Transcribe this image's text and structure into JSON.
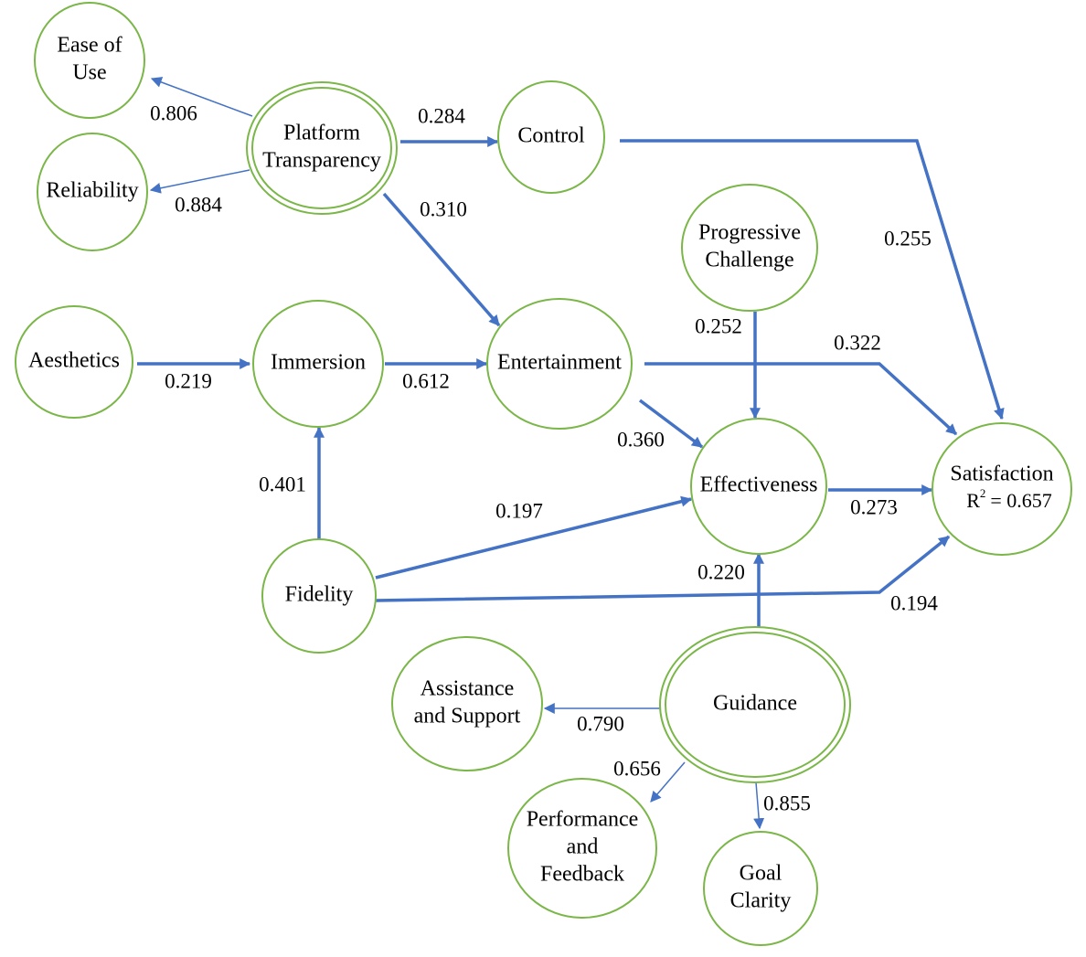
{
  "colors": {
    "node_stroke": "#7ab648",
    "arrow": "#4472c4",
    "text": "#000000",
    "background": "#ffffff"
  },
  "nodes": {
    "ease_of_use": {
      "lines": [
        "Ease of",
        "Use"
      ]
    },
    "reliability": {
      "lines": [
        "Reliability"
      ]
    },
    "platform_transparency": {
      "lines": [
        "Platform",
        "Transparency"
      ],
      "second_order": true
    },
    "control": {
      "lines": [
        "Control"
      ]
    },
    "progressive_challenge": {
      "lines": [
        "Progressive",
        "Challenge"
      ]
    },
    "aesthetics": {
      "lines": [
        "Aesthetics"
      ]
    },
    "immersion": {
      "lines": [
        "Immersion"
      ]
    },
    "entertainment": {
      "lines": [
        "Entertainment"
      ]
    },
    "effectiveness": {
      "lines": [
        "Effectiveness"
      ]
    },
    "satisfaction": {
      "lines": [
        "Satisfaction"
      ],
      "r2_symbol": "R",
      "r2_exp": "2",
      "r2_value": "= 0.657"
    },
    "fidelity": {
      "lines": [
        "Fidelity"
      ]
    },
    "guidance": {
      "lines": [
        "Guidance"
      ],
      "second_order": true
    },
    "assistance_support": {
      "lines": [
        "Assistance",
        "and Support"
      ]
    },
    "performance_feedback": {
      "lines": [
        "Performance",
        "and",
        "Feedback"
      ]
    },
    "goal_clarity": {
      "lines": [
        "Goal",
        "Clarity"
      ]
    }
  },
  "paths": [
    {
      "id": "pt-eou",
      "from": "platform_transparency",
      "to": "ease_of_use",
      "coef": "0.806",
      "kind": "loading"
    },
    {
      "id": "pt-rel",
      "from": "platform_transparency",
      "to": "reliability",
      "coef": "0.884",
      "kind": "loading"
    },
    {
      "id": "pt-ctrl",
      "from": "platform_transparency",
      "to": "control",
      "coef": "0.284",
      "kind": "structural"
    },
    {
      "id": "pt-ent",
      "from": "platform_transparency",
      "to": "entertainment",
      "coef": "0.310",
      "kind": "structural"
    },
    {
      "id": "ctrl-sat",
      "from": "control",
      "to": "satisfaction",
      "coef": "0.255",
      "kind": "structural"
    },
    {
      "id": "aes-imm",
      "from": "aesthetics",
      "to": "immersion",
      "coef": "0.219",
      "kind": "structural"
    },
    {
      "id": "imm-ent",
      "from": "immersion",
      "to": "entertainment",
      "coef": "0.612",
      "kind": "structural"
    },
    {
      "id": "ent-sat",
      "from": "entertainment",
      "to": "satisfaction",
      "coef": "0.322",
      "kind": "structural"
    },
    {
      "id": "ent-eff",
      "from": "entertainment",
      "to": "effectiveness",
      "coef": "0.360",
      "kind": "structural"
    },
    {
      "id": "pc-eff",
      "from": "progressive_challenge",
      "to": "effectiveness",
      "coef": "0.252",
      "kind": "structural"
    },
    {
      "id": "eff-sat",
      "from": "effectiveness",
      "to": "satisfaction",
      "coef": "0.273",
      "kind": "structural"
    },
    {
      "id": "fid-imm",
      "from": "fidelity",
      "to": "immersion",
      "coef": "0.401",
      "kind": "structural"
    },
    {
      "id": "fid-eff",
      "from": "fidelity",
      "to": "effectiveness",
      "coef": "0.197",
      "kind": "structural"
    },
    {
      "id": "fid-sat",
      "from": "fidelity",
      "to": "satisfaction",
      "coef": "0.194",
      "kind": "structural"
    },
    {
      "id": "gui-eff",
      "from": "guidance",
      "to": "effectiveness",
      "coef": "0.220",
      "kind": "structural"
    },
    {
      "id": "gui-as",
      "from": "guidance",
      "to": "assistance_support",
      "coef": "0.790",
      "kind": "loading"
    },
    {
      "id": "gui-pf",
      "from": "guidance",
      "to": "performance_feedback",
      "coef": "0.656",
      "kind": "loading"
    },
    {
      "id": "gui-gc",
      "from": "guidance",
      "to": "goal_clarity",
      "coef": "0.855",
      "kind": "loading"
    }
  ]
}
